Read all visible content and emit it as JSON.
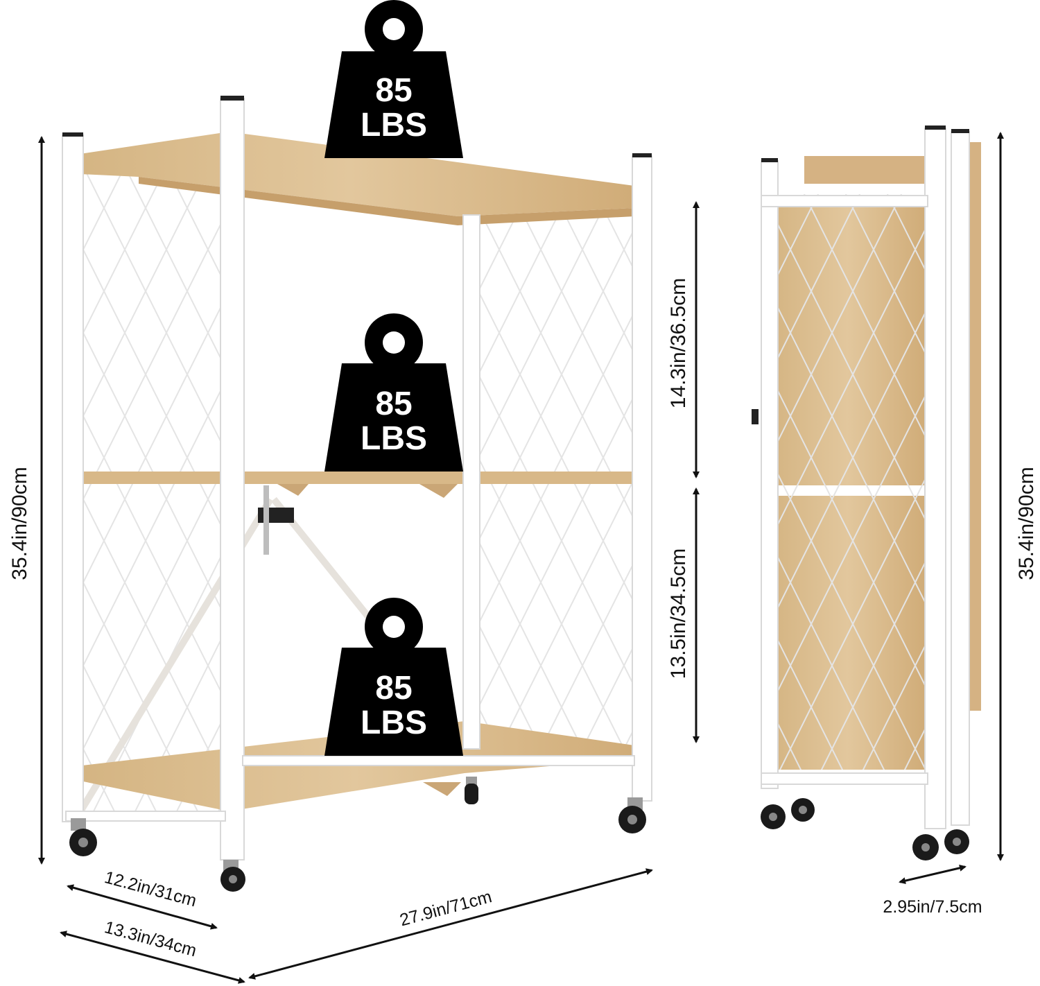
{
  "colors": {
    "wood": "#dcbf93",
    "wood_dark": "#c9a574",
    "frame": "#ffffff",
    "frame_edge": "#d7d7d7",
    "weight": "#000000",
    "ink": "#111111"
  },
  "weights": [
    {
      "value": "85",
      "unit": "LBS"
    },
    {
      "value": "85",
      "unit": "LBS"
    },
    {
      "value": "85",
      "unit": "LBS"
    }
  ],
  "dimensions": {
    "total_height": "35.4in/90cm",
    "top_gap": "14.3in/36.5cm",
    "bottom_gap": "13.5in/34.5cm",
    "shelf_depth": "12.2in/31cm",
    "frame_depth": "13.3in/34cm",
    "width": "27.9in/71cm",
    "folded_height": "35.4in/90cm",
    "folded_thickness": "2.95in/7.5cm"
  }
}
